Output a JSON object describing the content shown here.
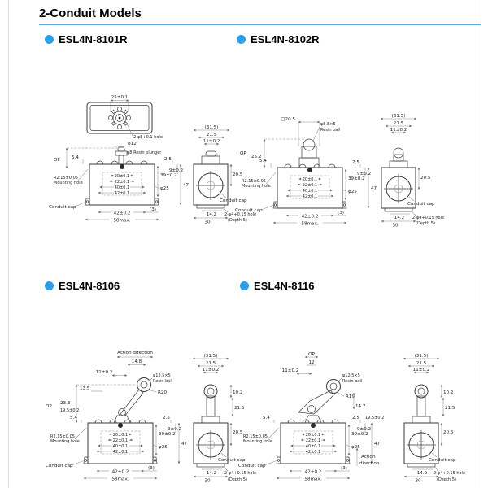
{
  "page": {
    "title": "2-Conduit Models",
    "accent": "#55abdc",
    "bullet_color": "#2d9fe8"
  },
  "sections": [
    {
      "heading": "ESL4N-8101R"
    },
    {
      "heading": "ESL4N-8102R"
    },
    {
      "heading": "ESL4N-8106"
    },
    {
      "heading": "ESL4N-8116"
    }
  ],
  "labels": {
    "front": {
      "op": "OP",
      "d5_4": "5.4",
      "d2_5": "2.5",
      "d9": "9±0.2",
      "r215": "R2.15±0.05",
      "mounting": "Mounting hole",
      "conduit_cap": "Conduit cap",
      "s20": "20±0.1",
      "s22": "22±0.1",
      "s40": "40±0.1",
      "s42": "42±0.1",
      "d39": "39±0.2",
      "phi25": "φ25",
      "d47": "47",
      "d42": "42±0.2",
      "d3": "(3)",
      "d58": "58max."
    },
    "side": {
      "d31_5": "(31.5)",
      "d21_5": "21.5",
      "d11": "11±0.2",
      "d20_5": "20.5",
      "conduit_cap": "Conduit cap",
      "d14_2": "14.2",
      "d30": "30",
      "hole": "2-φ4+0.15 hole",
      "depth": "(Depth 5)",
      "d10_2": "10.2",
      "d21_5b": "21.5"
    },
    "m8101r": {
      "d25": "25±0.1",
      "hole": "2-φ8+0.1 hole",
      "phi12": "φ12",
      "plunger": "φ8 Resin plunger"
    },
    "m8102r": {
      "sq": "□20.5",
      "ball": "φ8.5×5",
      "ball2": "Resin ball",
      "op_h": "25.2"
    },
    "m8106": {
      "action": "Action direction",
      "d14_8": "14.8",
      "d11": "11±0.2",
      "ball": "φ12.5×5",
      "ball2": "Resin ball",
      "d13_5": "13.5",
      "r20": "R20",
      "d23_3": "23.3",
      "d19_5": "19.5±0.2"
    },
    "m8116": {
      "op": "OP",
      "d12": "12",
      "d11": "11±0.2",
      "ball": "φ12.5×5",
      "ball2": "Resin ball",
      "r19": "R19",
      "d14_7": "14.7",
      "d19_5": "19.5±0.2",
      "action1": "Action",
      "action2": "direction"
    }
  }
}
